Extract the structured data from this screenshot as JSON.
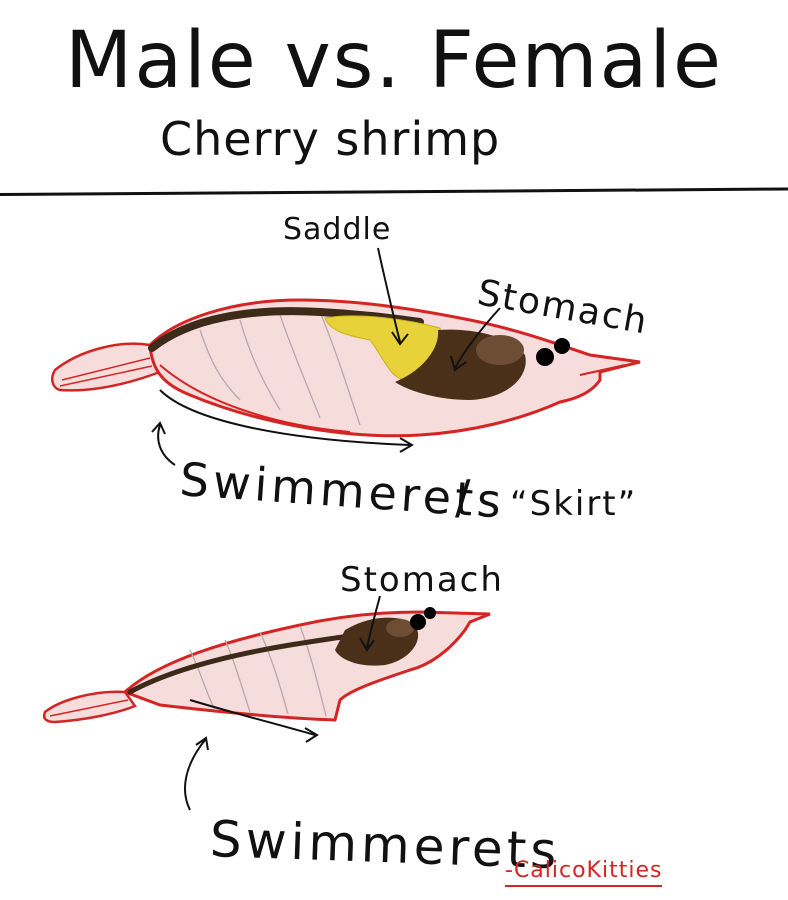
{
  "title": "Male vs. Female",
  "subtitle": "Cherry shrimp",
  "labels": {
    "saddle": "Saddle",
    "stomach_female": "Stomach",
    "swimmerets_female": "Swimmerets",
    "slash": "/",
    "skirt": "“Skirt”",
    "stomach_male": "Stomach",
    "swimmerets_male": "Swimmerets"
  },
  "credit": "-CalicoKitties",
  "colors": {
    "outline": "#d42424",
    "body": "#f7dcdc",
    "stripe": "#3d2a18",
    "stomach": "#4a3018",
    "stomach_highlight": "#6e4d35",
    "saddle": "#e8d23a",
    "ink": "#111111"
  }
}
